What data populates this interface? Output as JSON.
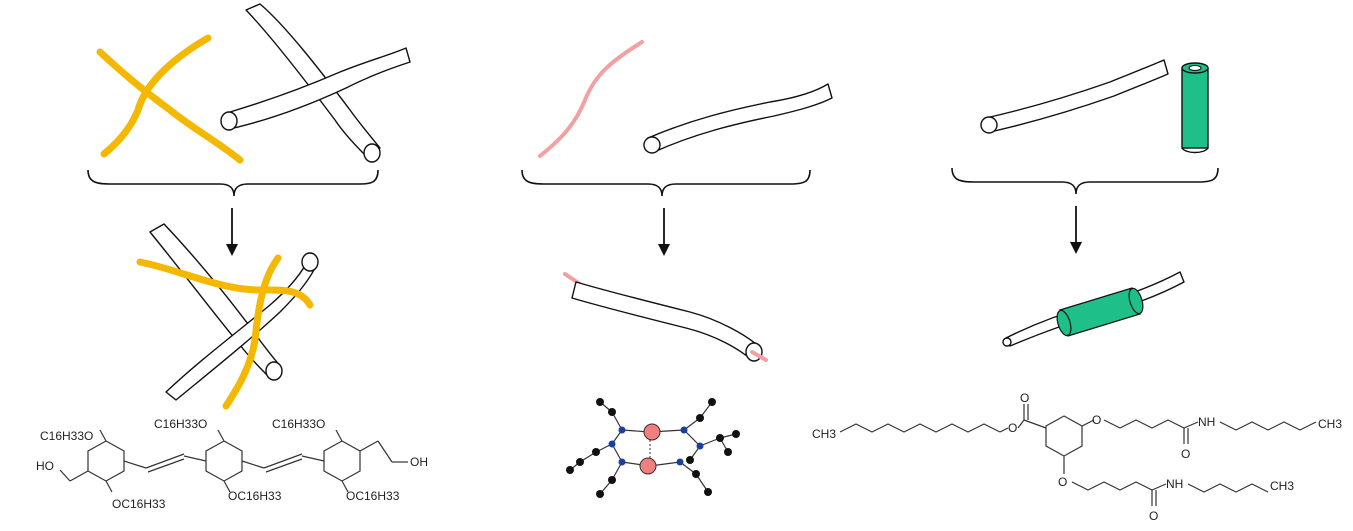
{
  "colors": {
    "polymer": "#f5b800",
    "dna": "#f2a0a0",
    "cylinder": "#1fbf8a",
    "outline": "#111111",
    "metal": "#f08080",
    "nitrogen": "#1a3fa0",
    "carbon": "#111111"
  },
  "panels": [
    {
      "id": "left",
      "molecule_labels": {
        "c16_top_left": "C16H33O",
        "c16_top_mid": "C16H33O",
        "c16_top_right": "C16H33O",
        "ho": "HO",
        "oh": "OH",
        "oc16_bottom_left": "OC16H33",
        "oc16_bottom_mid": "OC16H33",
        "oc16_bottom_right": "OC16H33"
      }
    },
    {
      "id": "middle"
    },
    {
      "id": "right",
      "molecule_labels": {
        "ch3_left": "CH3",
        "o_ester": "O",
        "o_ether_top": "O",
        "nh_top": "NH",
        "ch3_top": "CH3",
        "o_amide_top": "O",
        "o_ether_bottom": "O",
        "nh_bottom": "NH",
        "ch3_bottom": "CH3",
        "o_amide_bottom": "O"
      }
    }
  ]
}
